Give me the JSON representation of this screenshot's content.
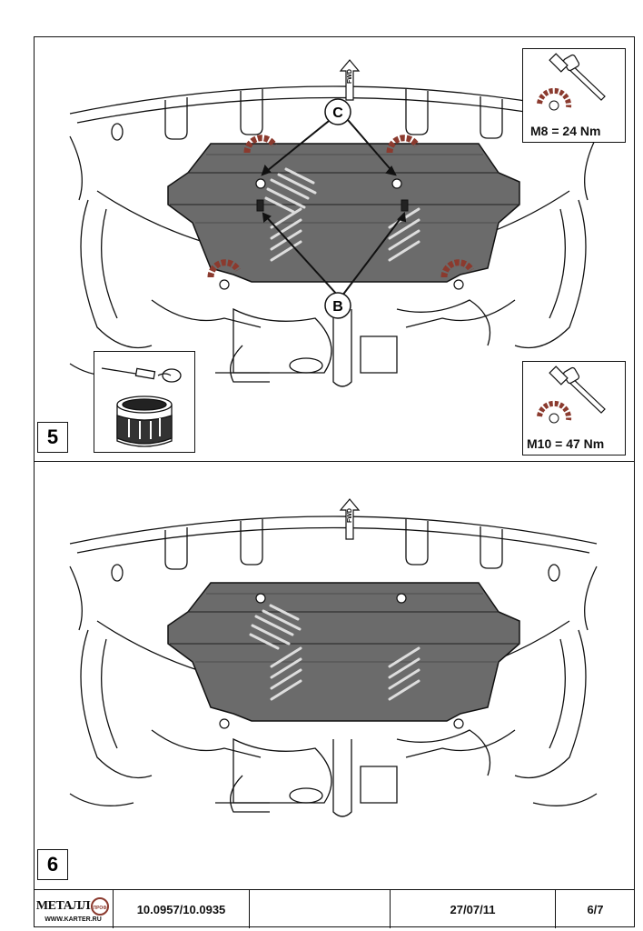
{
  "steps": {
    "step5": "5",
    "step6": "6"
  },
  "labels": {
    "callout_c": "C",
    "callout_b": "B",
    "fwd": "FWD"
  },
  "torque": {
    "m8": "M8 = 24 Nm",
    "m10": "M10 = 47 Nm"
  },
  "footer": {
    "logo_text": "МЕТАЛЛ",
    "logo_ring": "ПРОФ",
    "logo_site": "WWW.KARTER.RU",
    "part_number": "10.0957/10.0935",
    "empty_cell": "",
    "date": "27/07/11",
    "page": "6/7"
  },
  "colors": {
    "line": "#111111",
    "plate": "#6b6b6b",
    "plate_dark": "#555555",
    "rotate_arrow": "#8b3a2e"
  }
}
